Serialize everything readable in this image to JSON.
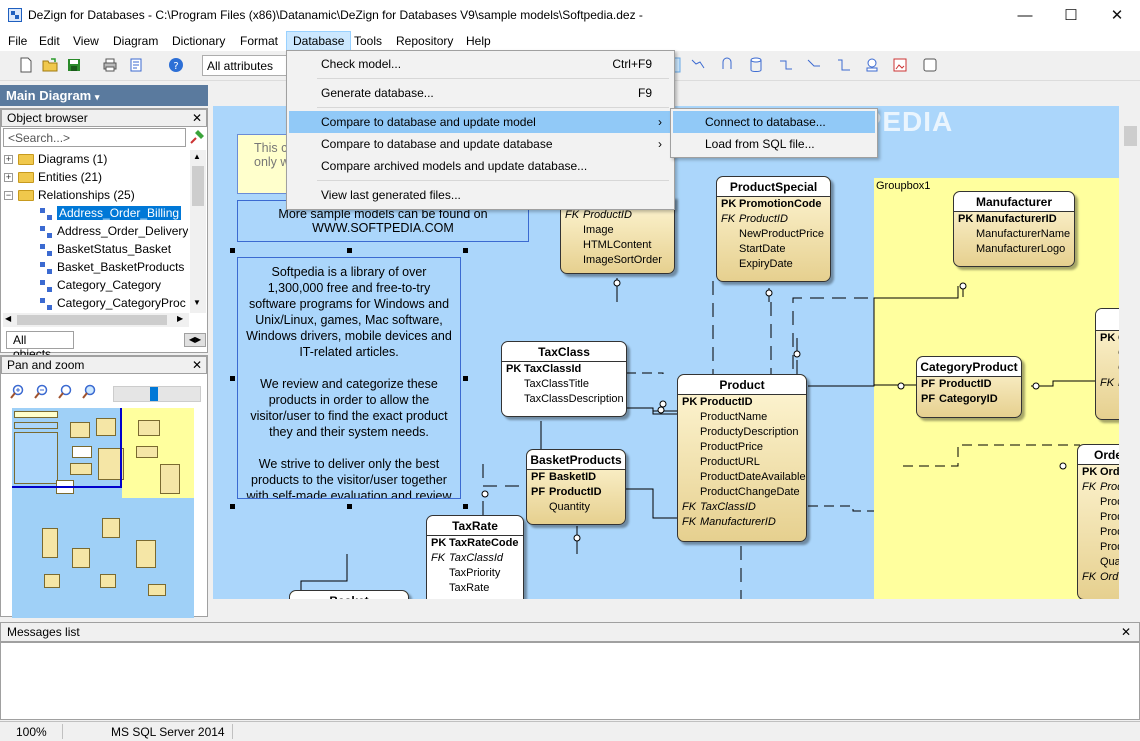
{
  "window": {
    "title": "DeZign for Databases - C:\\Program Files (x86)\\Datanamic\\DeZign for Databases V9\\sample models\\Softpedia.dez -",
    "controls": {
      "minimize": "—",
      "maximize": "☐",
      "close": "✕"
    }
  },
  "menubar": [
    "File",
    "Edit",
    "View",
    "Diagram",
    "Dictionary",
    "Format",
    "Database",
    "Tools",
    "Repository",
    "Help"
  ],
  "toolbar": {
    "attributes_combo": "All attributes"
  },
  "diagram_header": "Main Diagram",
  "object_browser": {
    "title": "Object browser",
    "close": "✕",
    "search_placeholder": "<Search...>",
    "nodes": [
      {
        "label": "Diagrams (1)",
        "expander": "+"
      },
      {
        "label": "Entities (21)",
        "expander": "+"
      },
      {
        "label": "Relationships (25)",
        "expander": "−"
      }
    ],
    "relationships": [
      "Address_Order_Billing",
      "Address_Order_Delivery",
      "BasketStatus_Basket",
      "Basket_BasketProducts",
      "Category_Category",
      "Category_CategoryProc"
    ],
    "tab": "All objects"
  },
  "pan_zoom": {
    "title": "Pan and zoom",
    "close": "✕"
  },
  "database_menu": {
    "items": [
      {
        "label": "Check model...",
        "shortcut": "Ctrl+F9"
      },
      {
        "label": "Generate database...",
        "shortcut": "F9"
      },
      {
        "label": "Compare to database and update model",
        "arrow": "›"
      },
      {
        "label": "Compare to database and update database",
        "arrow": "›"
      },
      {
        "label": "Compare archived models and update database..."
      },
      {
        "label": "View last generated files..."
      }
    ]
  },
  "submenu": [
    "Connect to database...",
    "Load from SQL file..."
  ],
  "canvas": {
    "watermark": "SOFTPEDIA",
    "groupbox_label": "Groupbox1",
    "note_top": [
      "This c",
      "only w"
    ],
    "note_models": [
      "More sample models can be found on",
      "WWW.SOFTPEDIA.COM"
    ],
    "note_about": "Softpedia is a library of over 1,300,000 free and free-to-try software programs for Windows and Unix/Linux, games, Mac software, Windows drivers, mobile devices and IT-related articles.",
    "note_about_2": "We review and categorize these products in order to allow the visitor/user to find the exact product they and their system needs.",
    "note_about_3": "We strive to deliver only the best products to the visitor/user together with self-made evaluation and review notes."
  },
  "entities": {
    "image_partial": {
      "rows": [
        [
          "FK",
          "ProductID"
        ],
        [
          "",
          "Image"
        ],
        [
          "",
          "HTMLContent"
        ],
        [
          "",
          "ImageSortOrder"
        ]
      ]
    },
    "product_special": {
      "name": "ProductSpecial",
      "rows": [
        [
          "PK",
          "PromotionCode"
        ],
        [
          "FK",
          "ProductID"
        ],
        [
          "",
          "NewProductPrice"
        ],
        [
          "",
          "StartDate"
        ],
        [
          "",
          "ExpiryDate"
        ]
      ]
    },
    "manufacturer": {
      "name": "Manufacturer",
      "rows": [
        [
          "PK",
          "ManufacturerID"
        ],
        [
          "",
          "ManufacturerName"
        ],
        [
          "",
          "ManufacturerLogo"
        ]
      ]
    },
    "tax_class": {
      "name": "TaxClass",
      "rows": [
        [
          "PK",
          "TaxClassId"
        ],
        [
          "",
          "TaxClassTitle"
        ],
        [
          "",
          "TaxClassDescription"
        ]
      ]
    },
    "product": {
      "name": "Product",
      "rows": [
        [
          "PK",
          "ProductID"
        ],
        [
          "",
          "ProductName"
        ],
        [
          "",
          "ProductyDescription"
        ],
        [
          "",
          "ProductPrice"
        ],
        [
          "",
          "ProductURL"
        ],
        [
          "",
          "ProductDateAvailable"
        ],
        [
          "",
          "ProductChangeDate"
        ],
        [
          "FK",
          "TaxClassID"
        ],
        [
          "FK",
          "ManufacturerID"
        ]
      ]
    },
    "category_product": {
      "name": "CategoryProduct",
      "rows": [
        [
          "PF",
          "ProductID"
        ],
        [
          "PF",
          "CategoryID"
        ]
      ]
    },
    "basket_products": {
      "name": "BasketProducts",
      "rows": [
        [
          "PF",
          "BasketID"
        ],
        [
          "PF",
          "ProductID"
        ],
        [
          "",
          "Quantity"
        ]
      ]
    },
    "tax_rate": {
      "name": "TaxRate",
      "rows": [
        [
          "PK",
          "TaxRateCode"
        ],
        [
          "FK",
          "TaxClassId"
        ],
        [
          "",
          "TaxPriority"
        ],
        [
          "",
          "TaxRate"
        ]
      ]
    },
    "basket": {
      "name": "Basket"
    },
    "order_partial": {
      "name": "Orde",
      "rows": [
        [
          "PK",
          "Ord"
        ],
        [
          "FK",
          "Prod"
        ],
        [
          "",
          "Prod"
        ],
        [
          "",
          "Prod"
        ],
        [
          "",
          "Prod"
        ],
        [
          "",
          "Prod"
        ],
        [
          "",
          "Qua"
        ],
        [
          "FK",
          "Ord"
        ]
      ]
    },
    "right_partial": {
      "rows": [
        [
          "PK",
          "C"
        ],
        [
          "",
          "C"
        ],
        [
          "",
          "C"
        ],
        [
          "FK",
          "P"
        ]
      ]
    }
  },
  "messages": {
    "title": "Messages list",
    "close": "✕"
  },
  "statusbar": {
    "zoom": "100%",
    "dbms": "MS SQL Server 2014"
  }
}
